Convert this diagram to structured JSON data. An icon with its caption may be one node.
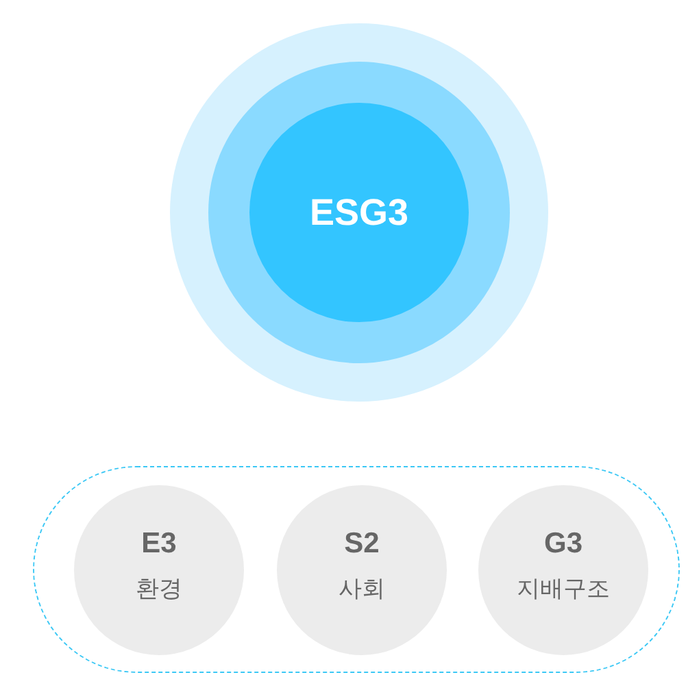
{
  "diagram": {
    "nodes": [
      {
        "text": [
          "ESG3"
        ]
      },
      {
        "text": [],
        "shape": "box"
      },
      {
        "text": [
          "E3",
          "환경"
        ],
        "in": 1
      },
      {
        "text": [
          "S2",
          "사회"
        ],
        "in": 1
      },
      {
        "text": [
          "G3",
          "지배구조"
        ],
        "in": 1
      }
    ]
  }
}
